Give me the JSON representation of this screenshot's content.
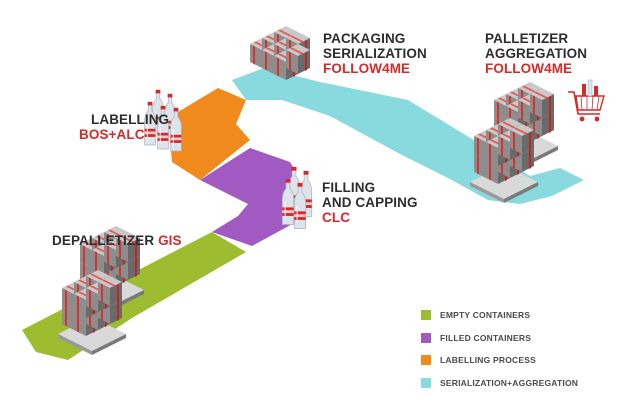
{
  "colors": {
    "empty": "#9dbc2f",
    "filled": "#a15ac2",
    "labelling": "#f08a1c",
    "aggregation": "#88dade",
    "accent_red": "#d32a2a"
  },
  "stations": {
    "depalletizer": {
      "name": "DEPALLETIZER",
      "brand": "GIS"
    },
    "filling": {
      "line1": "FILLING",
      "line2": "AND CAPPING",
      "brand": "CLC"
    },
    "labelling": {
      "name": "LABELLING",
      "brand": "BOS+ALC"
    },
    "packaging": {
      "line1": "PACKAGING",
      "line2": "SERIALIZATION",
      "brand": "FOLLOW4ME"
    },
    "palletizer": {
      "line1": "PALLETIZER",
      "line2": "AGGREGATION",
      "brand": "FOLLOW4ME"
    }
  },
  "legend": [
    {
      "label": "EMPTY CONTAINERS",
      "color": "#9dbc2f"
    },
    {
      "label": "FILLED CONTAINERS",
      "color": "#a15ac2"
    },
    {
      "label": "LABELLING PROCESS",
      "color": "#f08a1c"
    },
    {
      "label": "SERIALIZATION+AGGREGATION",
      "color": "#88dade"
    }
  ]
}
